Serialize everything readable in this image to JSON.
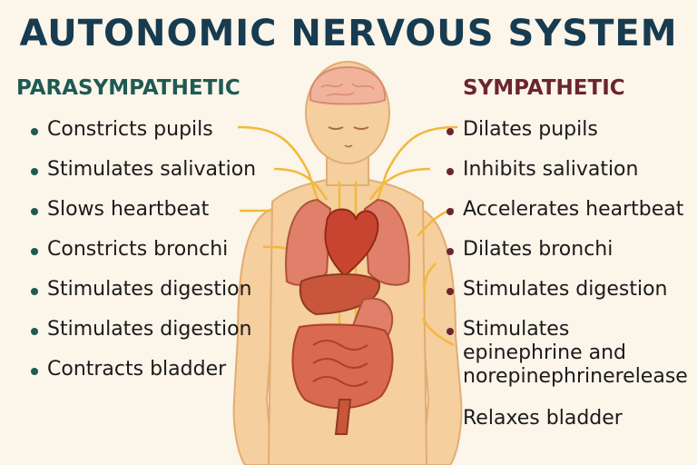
{
  "title": "AUTONOMIC NERVOUS SYSTEM",
  "parasympathetic": {
    "heading": "PARASYMPATHETIC",
    "items": [
      "Constricts pupils",
      "Stimulates salivation",
      "Slows heartbeat",
      "Constricts bronchi",
      "Stimulates digestion",
      "Stimulates digestion",
      "Contracts bladder"
    ]
  },
  "sympathetic": {
    "heading": "SYMPATHETIC",
    "items": [
      "Dilates pupils",
      "Inhibits salivation",
      "Accelerates heartbeat",
      "Dilates bronchi",
      "Stimulates digestion",
      "Stimulates",
      "epinephrine and",
      "norepinephrinerelease",
      "Relaxes bladder"
    ]
  },
  "colors": {
    "title": "#173b50",
    "parasympathetic": "#1f5a52",
    "sympathetic": "#6b2530",
    "skin": "#f5cf9e",
    "nerve": "#f2b93b"
  }
}
